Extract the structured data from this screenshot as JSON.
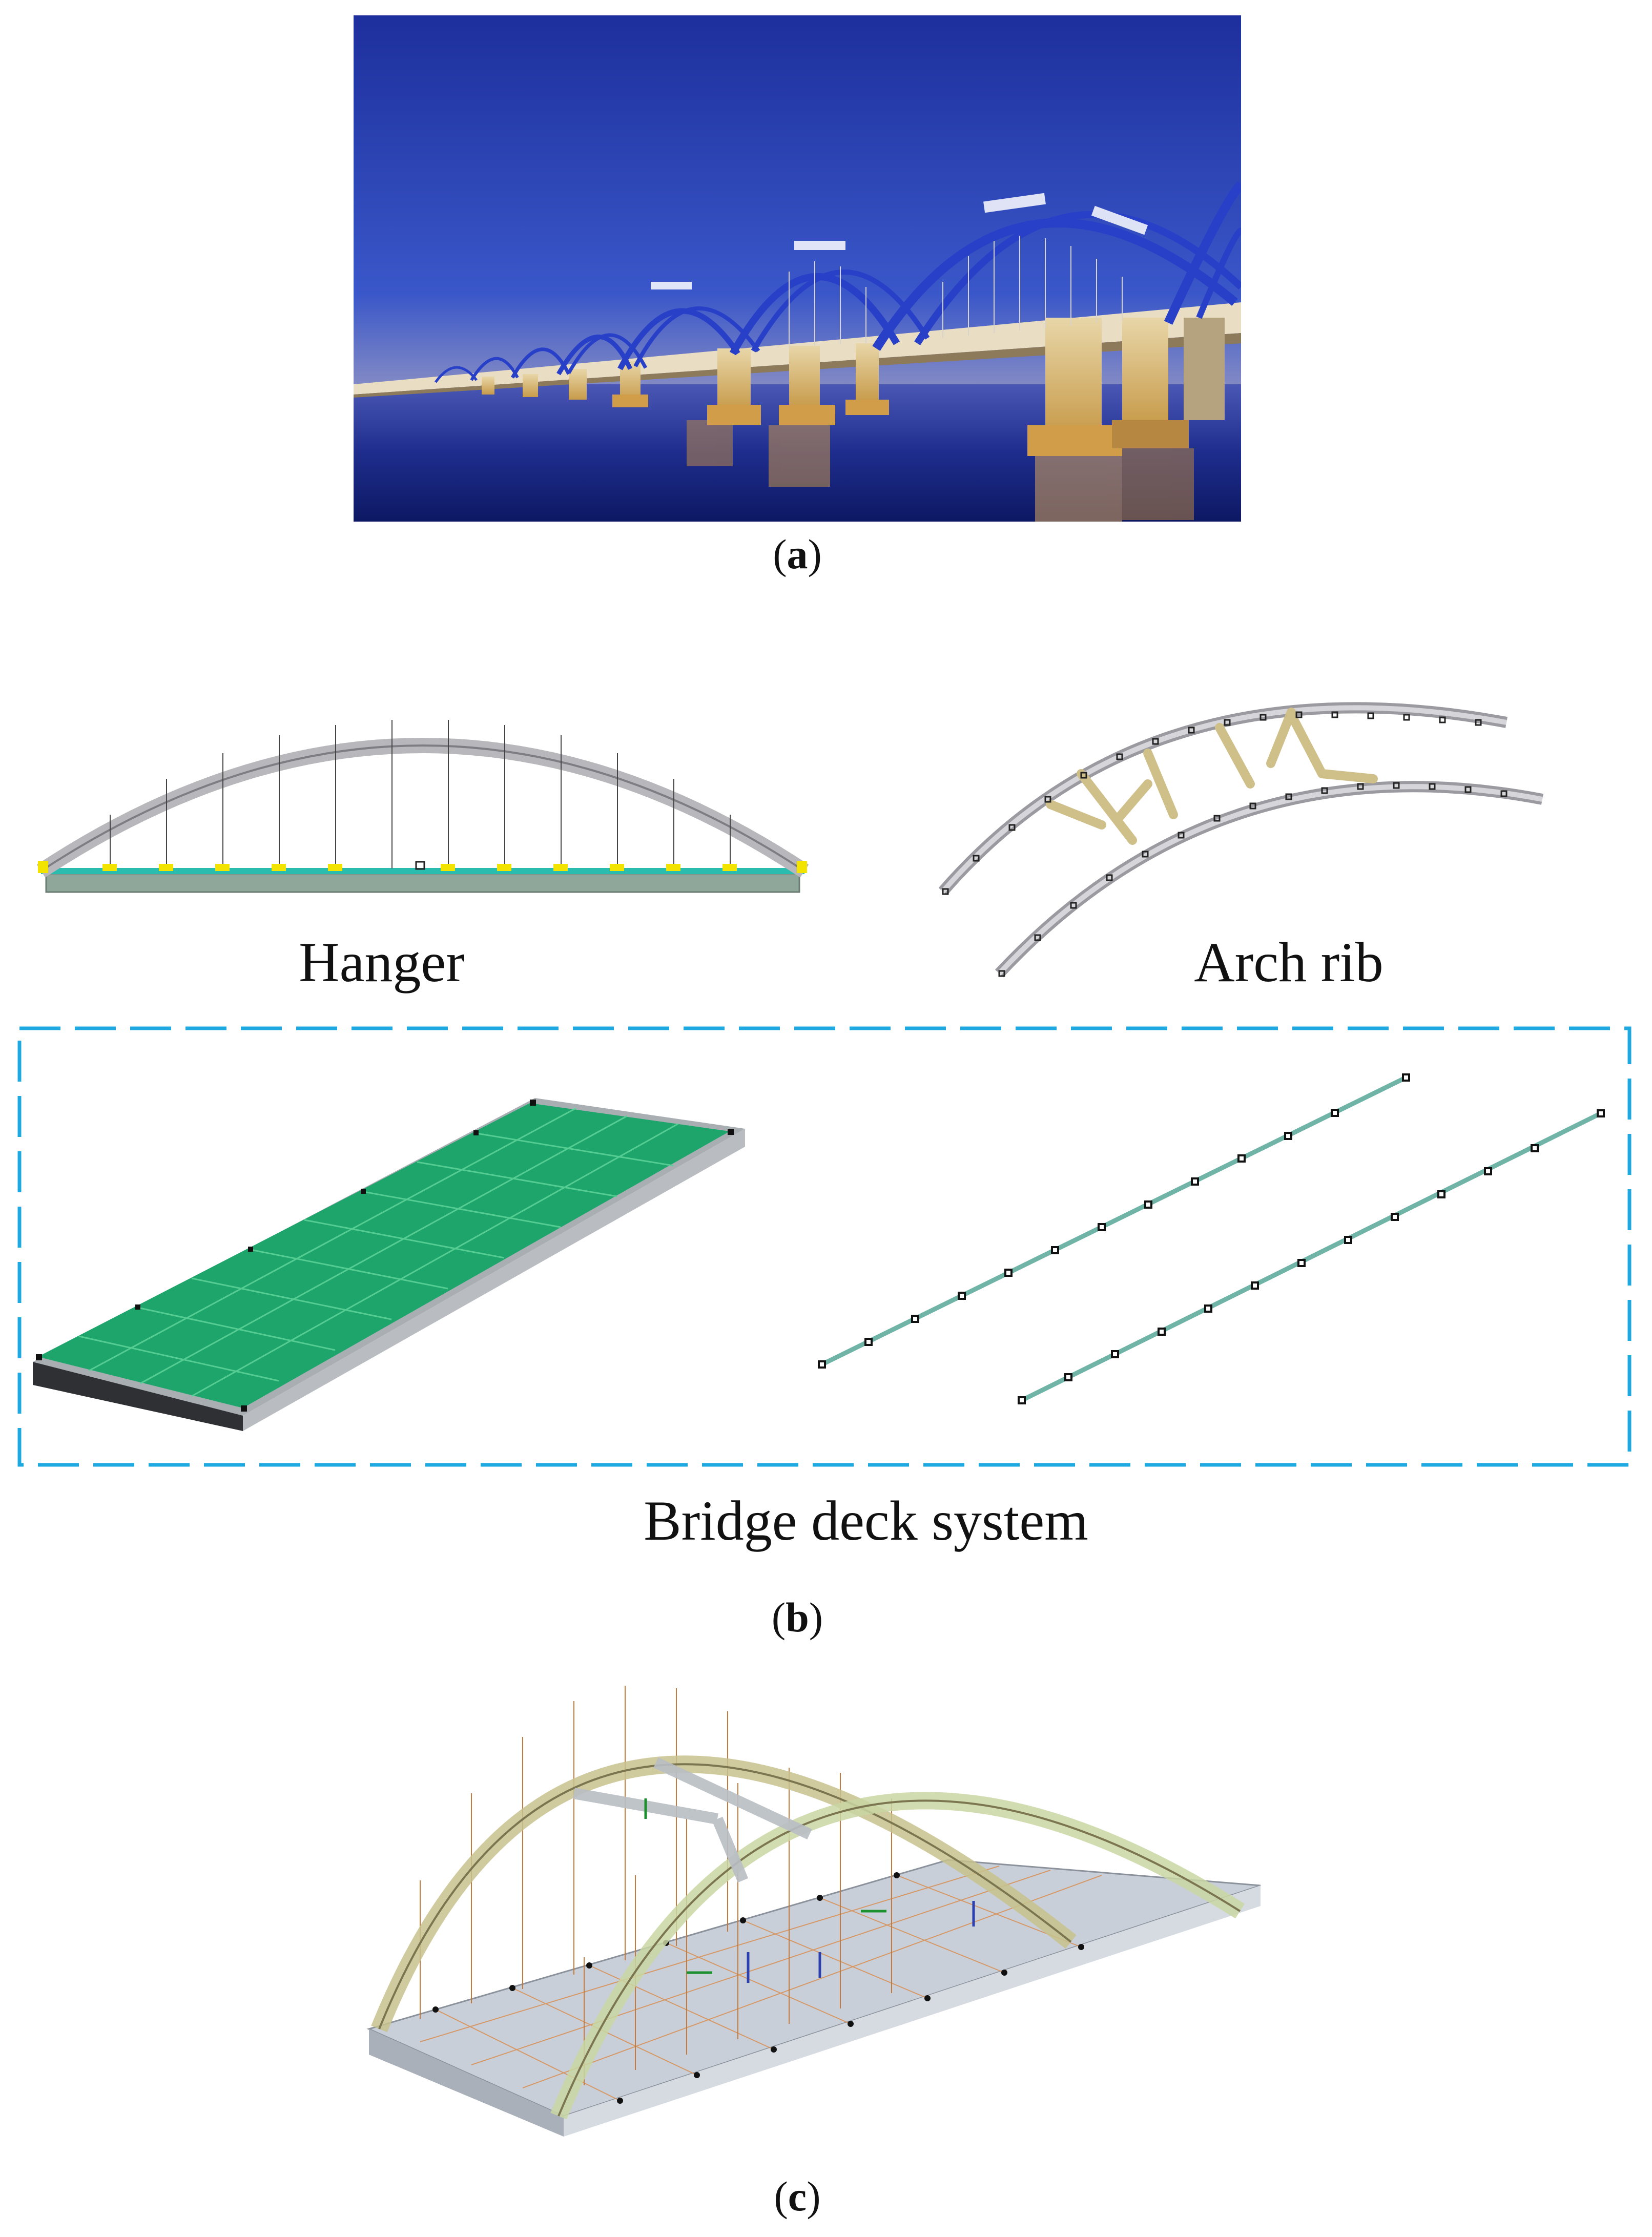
{
  "figure": {
    "panel_a": {
      "caption_open": "(",
      "caption_letter": "a",
      "caption_close": ")"
    },
    "panel_b": {
      "caption_open": "(",
      "caption_letter": "b",
      "caption_close": ")",
      "labels": {
        "hanger": "Hanger",
        "arch_rib": "Arch rib",
        "deck": "Bridge deck system"
      },
      "dashed_box_color": "#1fa9e1"
    },
    "panel_c": {
      "caption_open": "(",
      "caption_letter": "c",
      "caption_close": ")"
    }
  }
}
